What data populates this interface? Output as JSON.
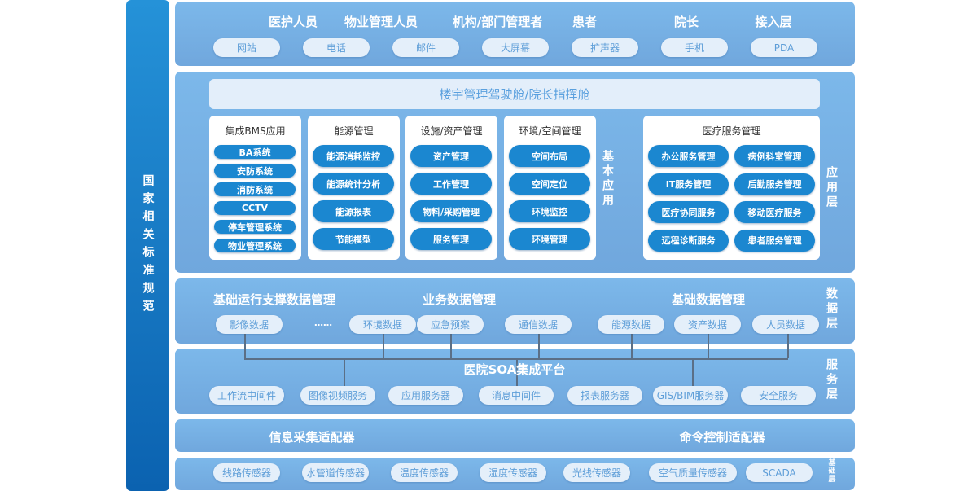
{
  "standards": "国家相关标准规范",
  "access": {
    "roles": [
      "医护人员",
      "物业管理人员",
      "机构/部门管理者",
      "患者",
      "院长",
      "接入层"
    ],
    "channels": [
      "网站",
      "电话",
      "邮件",
      "大屏幕",
      "扩声器",
      "手机",
      "PDA"
    ]
  },
  "app": {
    "header": "楼宇管理驾驶舱/院长指挥舱",
    "cards": [
      {
        "title": "集成BMS应用",
        "items": [
          "BA系统",
          "安防系统",
          "消防系统",
          "CCTV",
          "停车管理系统",
          "物业管理系统"
        ]
      },
      {
        "title": "能源管理",
        "items": [
          "能源消耗监控",
          "能源统计分析",
          "能源报表",
          "节能模型"
        ]
      },
      {
        "title": "设施/资产管理",
        "items": [
          "资产管理",
          "工作管理",
          "物料/采购管理",
          "服务管理"
        ]
      },
      {
        "title": "环境/空间管理",
        "items": [
          "空间布局",
          "空间定位",
          "环境监控",
          "环境管理"
        ]
      },
      {
        "title": "医疗服务管理",
        "items": [
          "办公服务管理",
          "病例科室管理",
          "IT服务管理",
          "后勤服务管理",
          "医疗协同服务",
          "移动医疗服务",
          "远程诊断服务",
          "患者服务管理"
        ]
      }
    ],
    "basic_label": "基本应用",
    "layer": "应用层"
  },
  "data_layer": {
    "sections": [
      "基础运行支撑数据管理",
      "业务数据管理",
      "基础数据管理"
    ],
    "items": [
      "影像数据",
      "……",
      "环境数据",
      "应急预案",
      "通信数据",
      "能源数据",
      "资产数据",
      "人员数据"
    ],
    "layer": "数据层"
  },
  "service": {
    "title": "医院SOA集成平台",
    "items": [
      "工作流中间件",
      "图像视频服务",
      "应用服务器",
      "消息中间件",
      "报表服务器",
      "GIS/BIM服务器",
      "安全服务"
    ],
    "layer": "服务层"
  },
  "adapters": [
    "信息采集适配器",
    "命令控制适配器"
  ],
  "base": {
    "items": [
      "线路传感器",
      "水管道传感器",
      "温度传感器",
      "湿度传感器",
      "光线传感器",
      "空气质量传感器",
      "SCADA"
    ],
    "layer": "基础层"
  }
}
